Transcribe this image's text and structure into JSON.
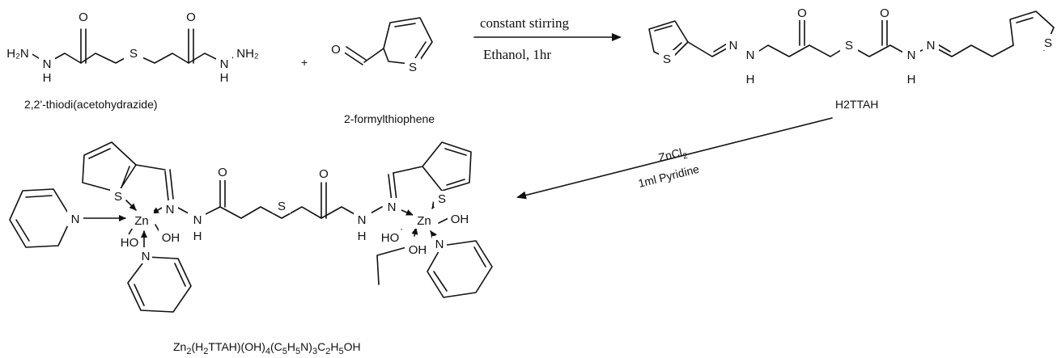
{
  "reactants": {
    "hydrazide_label": "2,2'-thiodi(acetohydrazide)",
    "plus": "+",
    "aldehyde_label": "2-formylthiophene"
  },
  "step1": {
    "above": "constant stirring",
    "below": "Ethanol, 1hr"
  },
  "ligand": {
    "label": "H2TTAH"
  },
  "step2": {
    "reagent": "ZnCl",
    "reagent_sub": "2",
    "solvent": "1ml Pyridine"
  },
  "complex": {
    "formula_parts": [
      {
        "t": "Zn",
        "s": false
      },
      {
        "t": "2",
        "s": true
      },
      {
        "t": "(H",
        "s": false
      },
      {
        "t": "2",
        "s": true
      },
      {
        "t": "TTAH)(OH)",
        "s": false
      },
      {
        "t": "4",
        "s": true
      },
      {
        "t": "(C",
        "s": false
      },
      {
        "t": "5",
        "s": true
      },
      {
        "t": "H",
        "s": false
      },
      {
        "t": "5",
        "s": true
      },
      {
        "t": "N)",
        "s": false
      },
      {
        "t": "3",
        "s": true
      },
      {
        "t": "C",
        "s": false
      },
      {
        "t": "2",
        "s": true
      },
      {
        "t": "H",
        "s": false
      },
      {
        "t": "5",
        "s": true
      },
      {
        "t": "OH",
        "s": false
      }
    ]
  },
  "atoms": {
    "H2N": "H₂N",
    "NH2": "NH₂",
    "N": "N",
    "H": "H",
    "O": "O",
    "S": "S",
    "Zn": "Zn",
    "OH": "OH",
    "HO": "HO"
  }
}
